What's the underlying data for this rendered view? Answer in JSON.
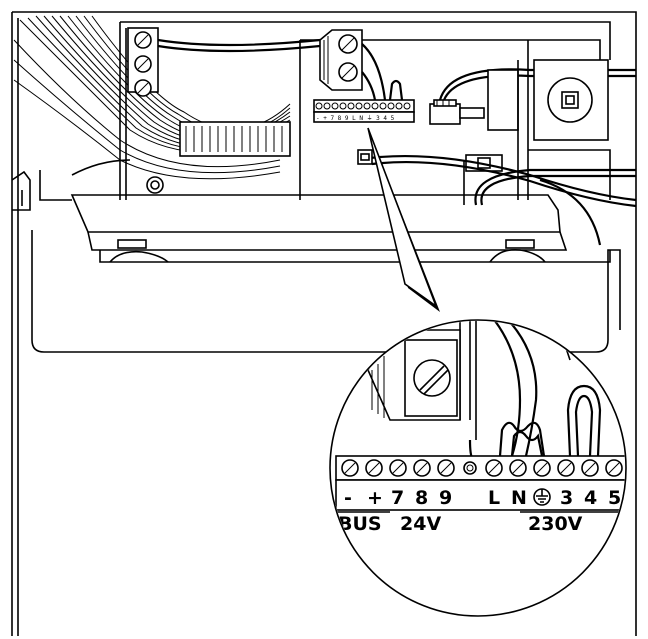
{
  "colors": {
    "line": "#000000",
    "background": "#ffffff"
  },
  "terminal_block": {
    "terminals": [
      "-",
      "+",
      "7",
      "8",
      "9",
      "",
      "L",
      "N",
      "earth",
      "3",
      "4",
      "5"
    ],
    "groups": {
      "bus": "BUS",
      "low_voltage": "24V",
      "mains": "230V"
    }
  },
  "small_block_label": "- + 7 8 9   L N ⏚ 3 4 5"
}
